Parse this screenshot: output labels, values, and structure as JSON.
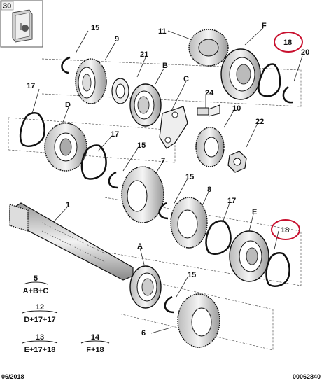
{
  "header": {
    "part_box_label": "30"
  },
  "callouts": {
    "c15a": "15",
    "c9": "9",
    "c11": "11",
    "cF": "F",
    "c18a": "18",
    "c20": "20",
    "c21": "21",
    "cB": "B",
    "cC": "C",
    "c17a": "17",
    "cD": "D",
    "c24": "24",
    "c10": "10",
    "c22": "22",
    "c17b": "17",
    "c15b": "15",
    "c7": "7",
    "c15c": "15",
    "c8": "8",
    "c17c": "17",
    "cE": "E",
    "c18b": "18",
    "c1": "1",
    "cA": "A",
    "c15d": "15",
    "c6": "6"
  },
  "formulas": [
    {
      "num": "5",
      "expr": "A+B+C"
    },
    {
      "num": "12",
      "expr": "D+17+17"
    },
    {
      "num": "13",
      "expr": "E+17+18"
    },
    {
      "num": "14",
      "expr": "F+18"
    }
  ],
  "footer": {
    "date": "06/2018",
    "code": "00062840"
  },
  "colors": {
    "highlight": "#c8102e",
    "line": "#111111",
    "gear": "#e8e8e8"
  }
}
